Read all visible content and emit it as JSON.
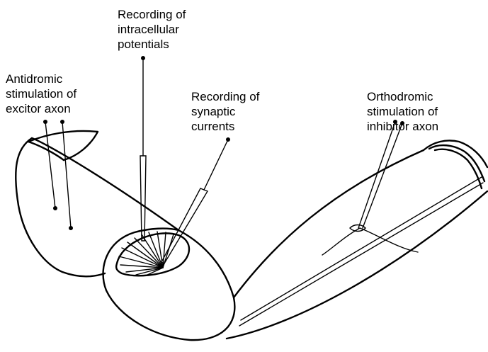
{
  "labels": {
    "intracellular": [
      "Recording of",
      "intracellular",
      "potentials"
    ],
    "antidromic": [
      "Antidromic",
      "stimulation of",
      "excitor axon"
    ],
    "synaptic": [
      "Recording of",
      "synaptic",
      "currents"
    ],
    "orthodromic": [
      "Orthodromic",
      "stimulation of",
      "inhibitor axon"
    ]
  }
}
